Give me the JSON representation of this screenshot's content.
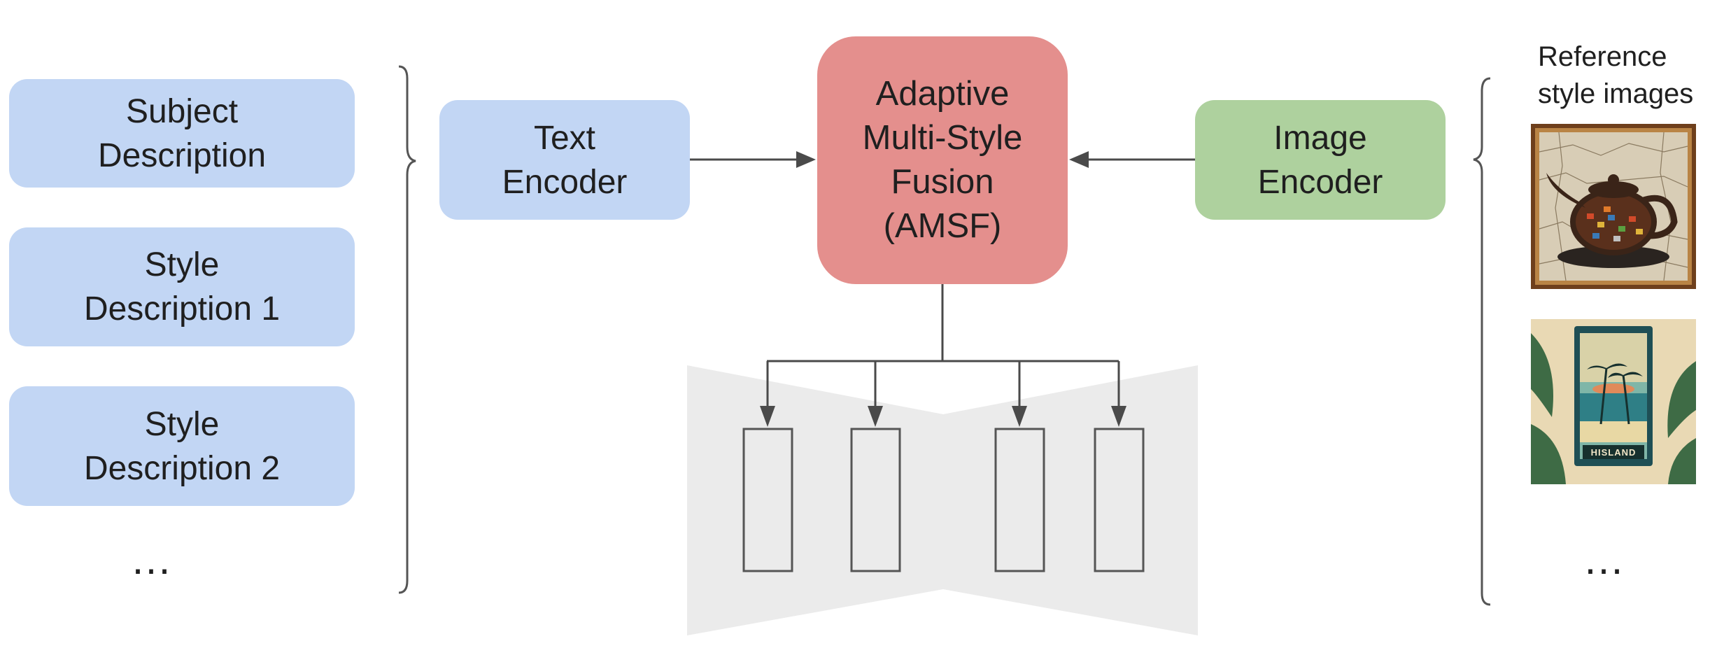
{
  "left_column": {
    "items": [
      {
        "label": "Subject\nDescription"
      },
      {
        "label": "Style\nDescription 1"
      },
      {
        "label": "Style\nDescription 2"
      }
    ],
    "ellipsis": "…"
  },
  "text_encoder": {
    "label": "Text\nEncoder"
  },
  "fusion_module": {
    "label": "Adaptive\nMulti-Style\nFusion\n(AMSF)"
  },
  "image_encoder": {
    "label": "Image\nEncoder"
  },
  "reference": {
    "label": "Reference\nstyle images",
    "images": [
      {
        "name": "mosaic-teapot"
      },
      {
        "name": "tropical-poster",
        "caption": "HISLAND"
      }
    ],
    "ellipsis": "…"
  },
  "colors": {
    "text_boxes": "#c2d6f4",
    "image_encoder": "#aed19e",
    "fusion": "#e48f8d",
    "unet": "#ebebeb",
    "lines": "#4a4a4a"
  }
}
